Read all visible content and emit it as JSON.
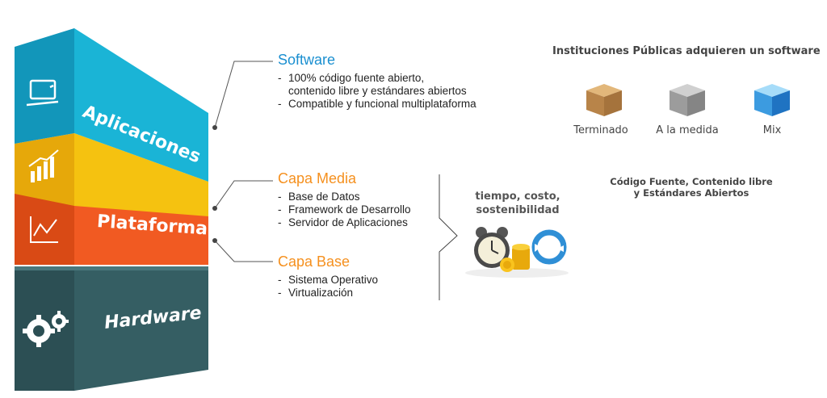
{
  "stack": {
    "layers": [
      {
        "label": "Aplicaciones",
        "icon": "laptop-icon"
      },
      {
        "label": "",
        "icon": "bar-chart-icon"
      },
      {
        "label": "Plataforma",
        "icon": "line-chart-icon"
      },
      {
        "label": "Hardware",
        "icon": "gears-icon"
      }
    ],
    "colors": {
      "aplicaciones": "#1ab4d6",
      "yellow": "#f5c210",
      "plataforma": "#f15a22",
      "hardware": "#355e63"
    }
  },
  "callouts": {
    "software": {
      "title": "Software",
      "items": [
        "100% código fuente abierto,\ncontenido libre y estándares abiertos",
        "Compatible y funcional multiplataforma"
      ]
    },
    "capa_media": {
      "title": "Capa Media",
      "items": [
        "Base de Datos",
        "Framework de Desarrollo",
        "Servidor de Aplicaciones"
      ]
    },
    "capa_base": {
      "title": "Capa Base",
      "items": [
        "Sistema Operativo",
        "Virtualización"
      ]
    }
  },
  "cost": {
    "label_line1": "tiempo, costo,",
    "label_line2": "sostenibilidad",
    "icons": [
      "alarm-clock-icon",
      "coins-icon",
      "refresh-icon"
    ]
  },
  "institutions": {
    "title": "Instituciones Públicas adquieren un software",
    "options": [
      {
        "label": "Terminado",
        "icon": "brown-box-icon",
        "color": "#c99a5e"
      },
      {
        "label": "A la medida",
        "icon": "gray-box-icon",
        "color": "#a8a8a8"
      },
      {
        "label": "Mix",
        "icon": "blue-box-icon",
        "color": "#4aa6e6"
      }
    ],
    "note_line1": "Código Fuente, Contenido libre",
    "note_line2": "y Estándares Abiertos"
  },
  "title_colors": {
    "software": "#1a8fd0",
    "capa": "#f5901e"
  }
}
